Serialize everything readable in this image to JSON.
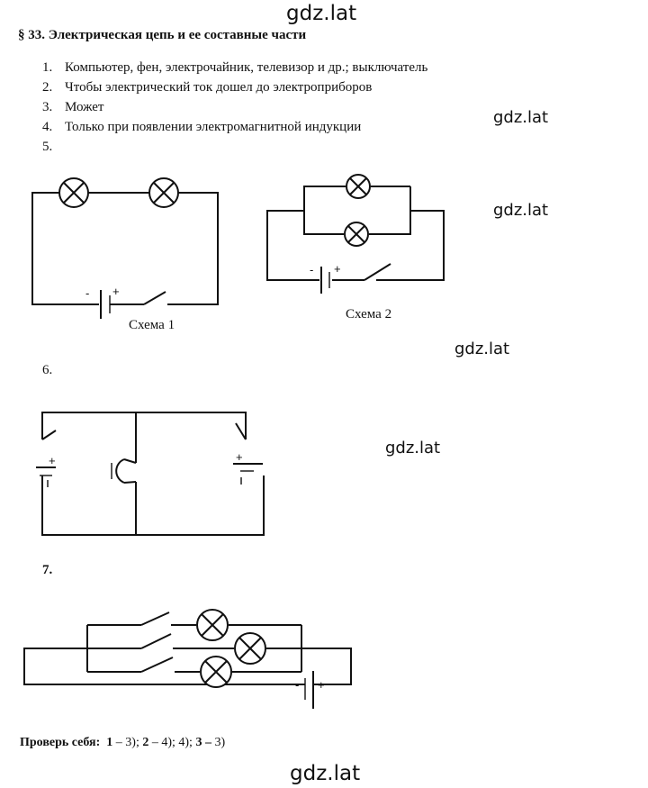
{
  "watermark": "gdz.lat",
  "section_title": "§ 33. Электрическая цепь и ее составные части",
  "answers": [
    {
      "num": "1.",
      "text": "Компьютер, фен, электрочайник, телевизор и др.; выключатель"
    },
    {
      "num": "2.",
      "text": "Чтобы электрический ток дошел до электроприборов"
    },
    {
      "num": "3.",
      "text": "Может"
    },
    {
      "num": "4.",
      "text": "Только при появлении электромагнитной индукции"
    },
    {
      "num": "5.",
      "text": ""
    }
  ],
  "scheme_captions": {
    "scheme1": "Схема 1",
    "scheme2": "Схема 2"
  },
  "item6_label": "6.",
  "item7_label": "7.",
  "battery_signs": {
    "minus": "-",
    "plus": "+"
  },
  "check": {
    "label": "Проверь себя:",
    "q1": "1",
    "a1": " – 3);  ",
    "q2": "2",
    "a2": " – 4); 4);    ",
    "q3": "3 – ",
    "a3": "3)"
  }
}
